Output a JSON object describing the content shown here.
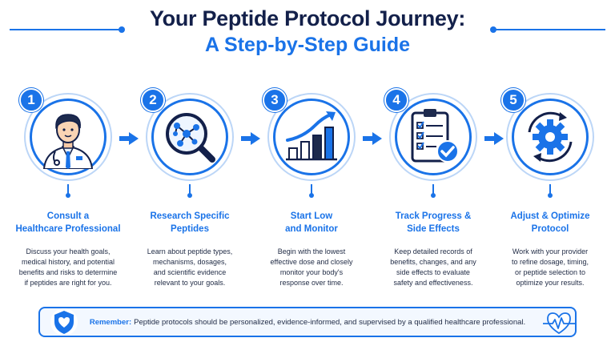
{
  "header": {
    "title": "Your Peptide Protocol Journey:",
    "subtitle": "A Step-by-Step Guide"
  },
  "steps": [
    {
      "number": "1",
      "icon": "doctor-icon",
      "title_line1": "Consult a",
      "title_line2": "Healthcare Professional",
      "desc": [
        "Discuss your health goals,",
        "medical history, and potential",
        "benefits and risks to determine",
        "if peptides are right for you."
      ]
    },
    {
      "number": "2",
      "icon": "magnifier-molecule-icon",
      "title_line1": "Research Specific",
      "title_line2": "Peptides",
      "desc": [
        "Learn about peptide types,",
        "mechanisms, dosages,",
        "and scientific evidence",
        "relevant to your goals."
      ]
    },
    {
      "number": "3",
      "icon": "growth-chart-icon",
      "title_line1": "Start Low",
      "title_line2": "and Monitor",
      "desc": [
        "Begin with the lowest",
        "effective dose and closely",
        "monitor your body's",
        "response over time."
      ]
    },
    {
      "number": "4",
      "icon": "clipboard-checklist-icon",
      "title_line1": "Track Progress &",
      "title_line2": "Side Effects",
      "desc": [
        "Keep detailed records of",
        "benefits, changes, and any",
        "side effects to evaluate",
        "safety and effectiveness."
      ]
    },
    {
      "number": "5",
      "icon": "gear-cycle-icon",
      "title_line1": "Adjust & Optimize",
      "title_line2": "Protocol",
      "desc": [
        "Work with your provider",
        "to refine dosage, timing,",
        "or peptide selection to",
        "optimize your results."
      ]
    }
  ],
  "note": {
    "label": "Remember:",
    "text": "Peptide protocols should be personalized, evidence-informed, and supervised by a qualified healthcare professional.",
    "left_icon": "shield-heart-icon",
    "right_icon": "heart-pulse-icon"
  },
  "colors": {
    "accent": "#1a73e8",
    "navy": "#13204a",
    "light_ring": "#bcd6f7"
  }
}
